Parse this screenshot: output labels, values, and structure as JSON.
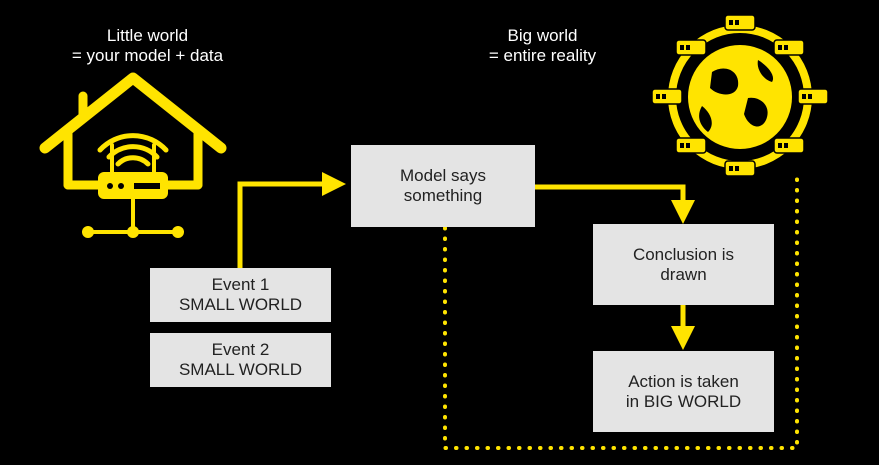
{
  "titles": {
    "little_world": {
      "line1": "Little world",
      "line2": "= your model + data"
    },
    "big_world": {
      "line1": "Big world",
      "line2": "= entire reality"
    }
  },
  "boxes": {
    "event1": {
      "line1": "Event 1",
      "line2": "SMALL WORLD"
    },
    "event2": {
      "line1": "Event 2",
      "line2": "SMALL WORLD"
    },
    "model": {
      "line1": "Model says",
      "line2": "something"
    },
    "conclusion": {
      "line1": "Conclusion is",
      "line2": "drawn"
    },
    "action": {
      "line1": "Action is taken",
      "line2": "in BIG WORLD"
    }
  },
  "icons": {
    "house": "house-with-router-icon",
    "globe": "globe-with-servers-icon"
  },
  "colors": {
    "background": "#000000",
    "accent": "#ffe400",
    "box": "#e4e4e4",
    "text_dark": "#222222",
    "text_light": "#ffffff"
  }
}
